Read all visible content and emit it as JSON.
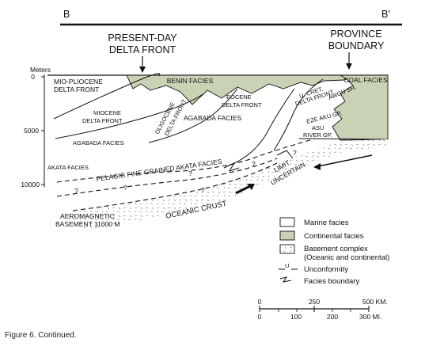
{
  "section": {
    "left_label": "B",
    "right_label": "B′"
  },
  "callouts": {
    "delta_front": [
      "PRESENT-DAY",
      "DELTA FRONT"
    ],
    "province_boundary": [
      "PROVINCE",
      "BOUNDARY"
    ]
  },
  "depth_axis": {
    "unit_label": "Meters",
    "ticks": [
      "0",
      "5000",
      "10000"
    ]
  },
  "formations": {
    "benin": "BENIN FACIES",
    "coal": "COAL FACIES",
    "agabada": "AGABADA FACIES",
    "agabada_left": "AGABADA FACIES",
    "akata": "AKATA FACIES",
    "pelagic": "PELAGIC FINE GRAINED AKATA FACIES",
    "mio_pliocene": [
      "MIO-PLIOCENE",
      "DELTA FRONT"
    ],
    "miocene": [
      "MIOCENE",
      "DELTA FRONT"
    ],
    "oligocene": [
      "OLIGOCENE",
      "DELTA FRONT"
    ],
    "eocene": [
      "EOCENE",
      "DELTA FRONT"
    ],
    "u_cret": [
      "U. CRET.",
      "DELTA FRONT"
    ],
    "awgu": "AWGU SH.",
    "eze_aku": "EZE AKU GP.",
    "asu_river": [
      "ASU",
      "RIVER GP."
    ],
    "limit": [
      "LIMIT",
      "UNCERTAIN"
    ],
    "oceanic_crust": "OCEANIC CRUST",
    "aeromagnetic": [
      "AEROMAGNETIC",
      "BASEMENT 11000 M"
    ],
    "question": "?"
  },
  "legend": {
    "marine": "Marine facies",
    "continental": "Continental facies",
    "basement": [
      "Basement complex",
      "(Oceanic and continental)"
    ],
    "unconformity": "Unconformity",
    "unconformity_symbol": "U",
    "facies_boundary": "Facies boundary"
  },
  "scale_bar": {
    "km_ticks": [
      "0",
      "250",
      "500 KM."
    ],
    "mi_ticks": [
      "0",
      "100",
      "200",
      "300 MI."
    ]
  },
  "colors": {
    "continental": "#c9d2b4",
    "line": "#111111"
  },
  "caption": "Figure 6. Continued."
}
